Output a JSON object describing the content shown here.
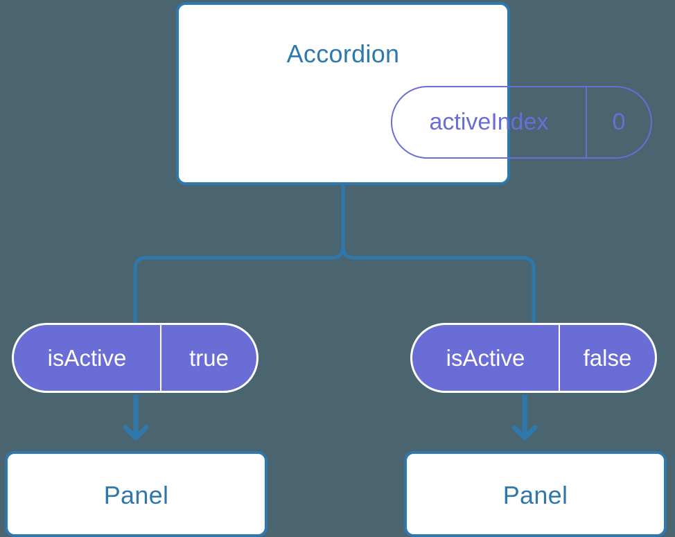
{
  "diagram": {
    "title": "Accordion component state/props tree",
    "background_color": "#4a656f",
    "accent_blue": "#2e78ab",
    "accent_purple": "#6a6dd6"
  },
  "accordion": {
    "label": "Accordion",
    "state": {
      "key": "activeIndex",
      "value": "0"
    }
  },
  "branches": [
    {
      "prop": {
        "key": "isActive",
        "value": "true"
      },
      "child": {
        "label": "Panel"
      }
    },
    {
      "prop": {
        "key": "isActive",
        "value": "false"
      },
      "child": {
        "label": "Panel"
      }
    }
  ]
}
